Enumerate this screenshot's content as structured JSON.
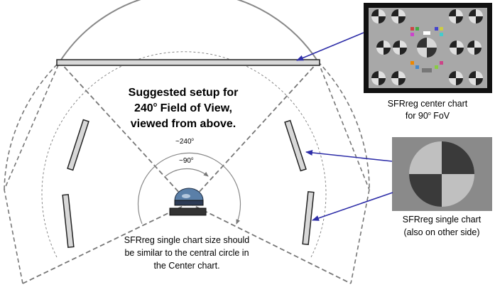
{
  "heading": {
    "line1": "Suggested setup for",
    "line2_value": "240",
    "line2_unit": "o",
    "line2_rest": " Field of View,",
    "line3": "viewed from above."
  },
  "angles": {
    "outer_prefix": "~240",
    "outer_unit": "o",
    "inner_prefix": "~90",
    "inner_unit": "o"
  },
  "center_chart_caption": {
    "line1": "SFRreg center chart",
    "line2_prefix": "for 90",
    "line2_unit": "o",
    "line2_rest": " FoV"
  },
  "single_chart_caption": {
    "line1": "SFRreg single chart",
    "line2": "(also on other side)"
  },
  "note": {
    "line1": "SFRreg single chart size should",
    "line2": "be similar to the central circle in",
    "line3": "the Center chart."
  },
  "colors": {
    "arrow": "#2e2ea8",
    "dashed_line": "#777777",
    "arc": "#888888",
    "chart_bar_fill": "#d8d8d8",
    "camera_dome": "#5a7fa8"
  }
}
